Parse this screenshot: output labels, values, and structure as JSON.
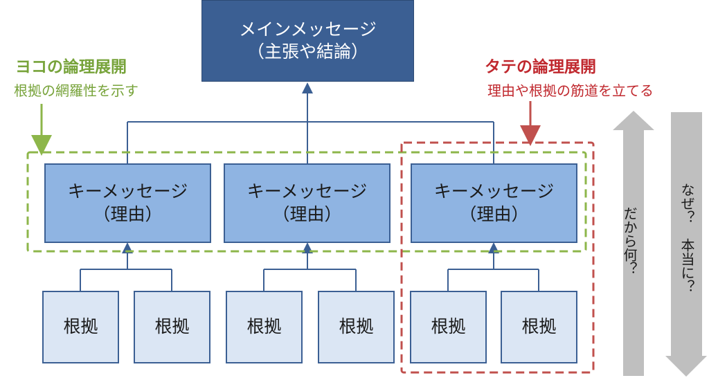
{
  "main_message": {
    "line1": "メインメッセージ",
    "line2": "（主張や結論）"
  },
  "key_messages": [
    {
      "line1": "キーメッセージ",
      "line2": "（理由）"
    },
    {
      "line1": "キーメッセージ",
      "line2": "（理由）"
    },
    {
      "line1": "キーメッセージ",
      "line2": "（理由）"
    }
  ],
  "evidence": [
    "根拠",
    "根拠",
    "根拠",
    "根拠",
    "根拠",
    "根拠"
  ],
  "horizontal_logic": {
    "title": "ヨコの論理展開",
    "subtitle": "根拠の網羅性を示す"
  },
  "vertical_logic": {
    "title": "タテの論理展開",
    "subtitle": "理由や根拠の筋道を立てる"
  },
  "arrows": {
    "up_label": "だから何？",
    "down_label": "なぜ？　本当に？"
  },
  "colors": {
    "main_box": "#3b5f93",
    "key_box": "#8fb4e2",
    "evidence_box": "#dbe6f4",
    "horizontal_accent": "#8db64a",
    "vertical_accent": "#c0504d",
    "big_arrow": "#bfbfbf"
  }
}
